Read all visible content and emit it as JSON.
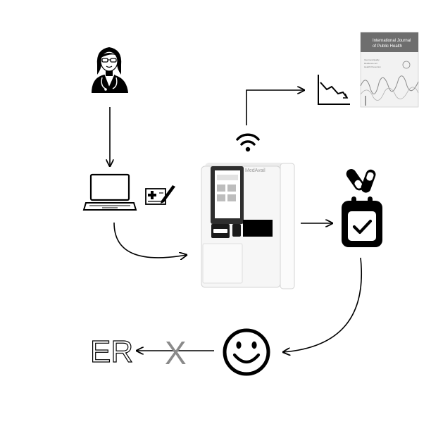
{
  "journal": {
    "title_line1": "International Journal",
    "title_line2": "of Public Health",
    "body_lines": [
      "Intermunicipality",
      "Resilience Act",
      "Health Prevention"
    ]
  },
  "kiosk": {
    "brand": "MedAvail"
  },
  "outcome": {
    "er_label": "ER",
    "cross_label": "X"
  },
  "icons": [
    "doctor-icon",
    "laptop-icon",
    "prescription-form-icon",
    "kiosk-icon",
    "wifi-icon",
    "declining-chart-icon",
    "journal-cover-icon",
    "pills-icon",
    "calendar-check-icon",
    "smiley-face-icon"
  ]
}
